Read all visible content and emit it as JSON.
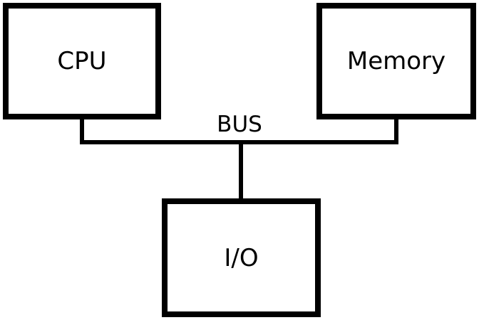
{
  "diagram": {
    "nodes": {
      "cpu": "CPU",
      "memory": "Memory",
      "io": "I/O"
    },
    "bus_label": "BUS",
    "connections": [
      {
        "from": "cpu",
        "to": "bus"
      },
      {
        "from": "memory",
        "to": "bus"
      },
      {
        "from": "bus",
        "to": "io"
      }
    ]
  }
}
